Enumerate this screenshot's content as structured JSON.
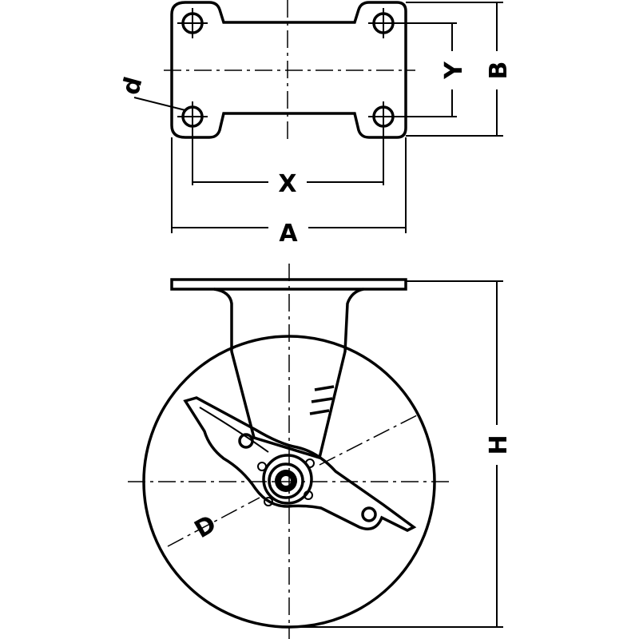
{
  "labels": {
    "A": "A",
    "B": "B",
    "X": "X",
    "Y": "Y",
    "d": "d",
    "H": "H",
    "D": "D"
  },
  "colors": {
    "line": "#000000",
    "background": "#ffffff"
  }
}
